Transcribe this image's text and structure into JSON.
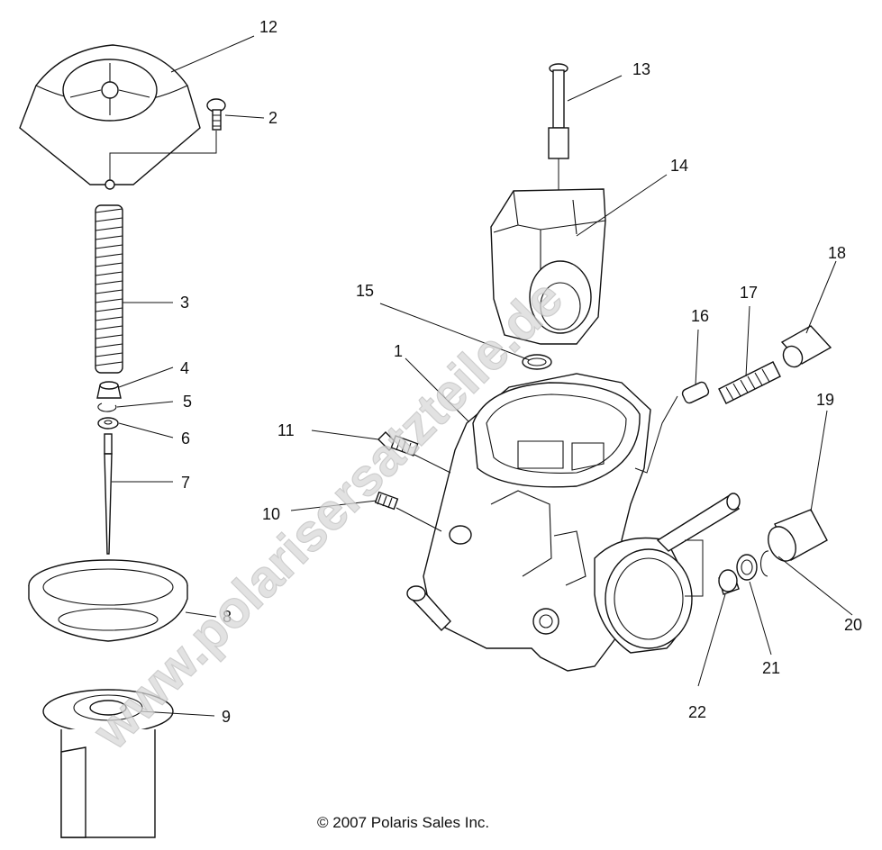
{
  "watermark": "www.polarisersatzteile.de",
  "copyright": "© 2007 Polaris Sales Inc.",
  "callouts": [
    "1",
    "2",
    "3",
    "4",
    "5",
    "6",
    "7",
    "8",
    "9",
    "10",
    "11",
    "12",
    "13",
    "14",
    "15",
    "16",
    "17",
    "18",
    "19",
    "20",
    "21",
    "22"
  ]
}
